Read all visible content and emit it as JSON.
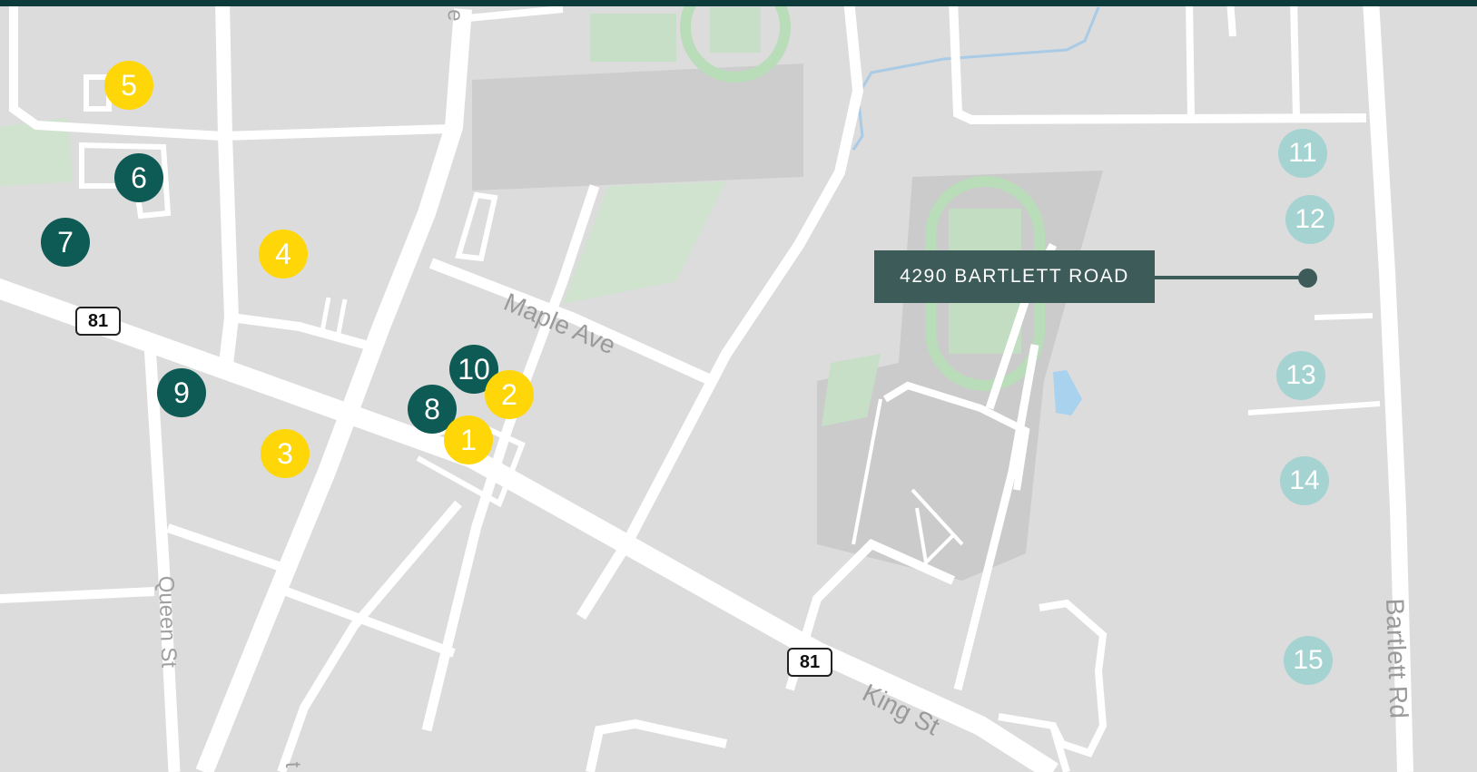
{
  "map": {
    "streets": {
      "maple": "Maple Ave",
      "king": "King St",
      "queen": "Queen St",
      "bartlett": "Bartlett Rd",
      "partial_e": "e",
      "partial_t": "t"
    },
    "route_shields": [
      "81",
      "81"
    ],
    "callout": "4290 BARTLETT ROAD",
    "marker_colors": {
      "yellow": "#ffd608",
      "dark": "#0e5a55",
      "teal": "#a4d3d1",
      "callout": "#3d5b59",
      "topbar": "#0d3a3b"
    },
    "markers": {
      "m1": "1",
      "m2": "2",
      "m3": "3",
      "m4": "4",
      "m5": "5",
      "m6": "6",
      "m7": "7",
      "m8": "8",
      "m9": "9",
      "m10": "10",
      "m11": "11",
      "m12": "12",
      "m13": "13",
      "m14": "14",
      "m15": "15"
    }
  }
}
